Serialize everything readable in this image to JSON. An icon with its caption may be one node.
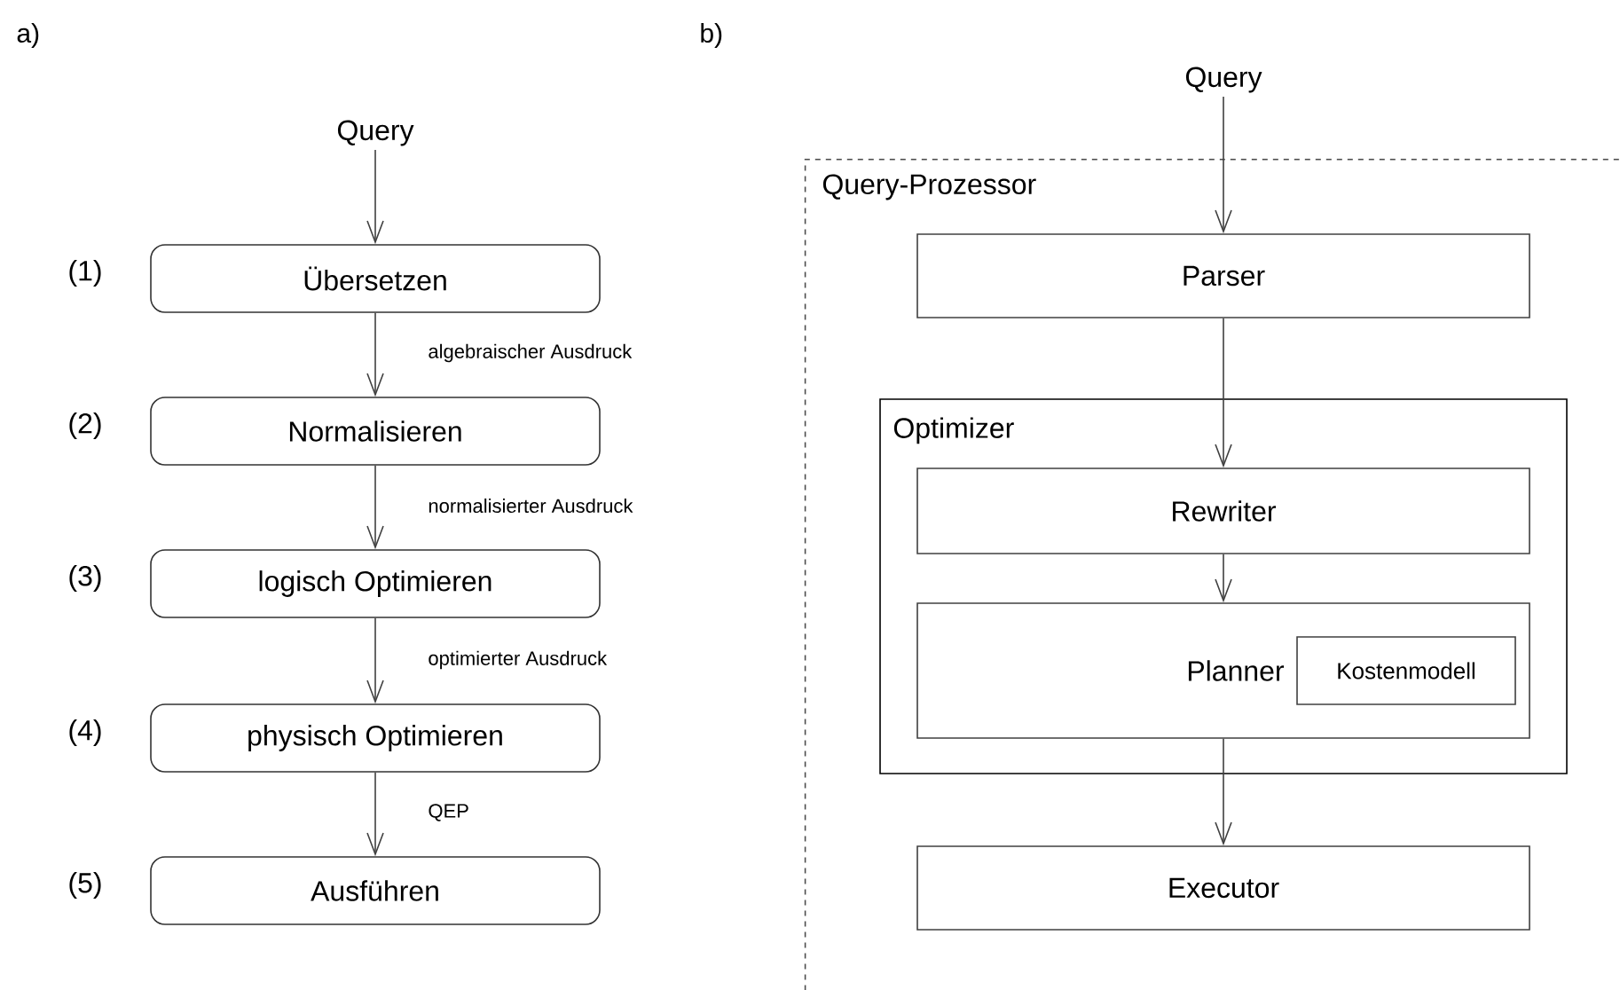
{
  "diagram": {
    "nodes": [
      {
        "text": [
          "Query"
        ]
      },
      {
        "text": [
          "Übersetzen"
        ],
        "beside": [
          "(1)"
        ]
      },
      {
        "text": [
          "Normalisieren"
        ],
        "beside": [
          "(2)"
        ]
      },
      {
        "text": [
          "logisch Optimieren"
        ],
        "beside": [
          "(3)"
        ]
      },
      {
        "text": [
          "physisch Optimieren"
        ],
        "beside": [
          "(4)"
        ]
      },
      {
        "text": [
          "Ausführen"
        ],
        "beside": [
          "(5)"
        ]
      },
      {
        "text": [
          "Query"
        ]
      },
      {
        "text": [
          "Query-Prozessor"
        ]
      },
      {
        "text": [
          "Parser"
        ],
        "in": 7
      },
      {
        "text": [
          "Optimizer"
        ],
        "in": 7
      },
      {
        "text": [
          "Rewriter"
        ],
        "in": 9
      },
      {
        "text": [
          "Planner"
        ],
        "in": 9
      },
      {
        "text": [
          "Kostenmodell"
        ],
        "in": 11
      },
      {
        "text": [
          "Executor"
        ],
        "in": 7
      }
    ],
    "edges": [
      {
        "from": 0,
        "to": 1,
        "arrow": "to"
      },
      {
        "from": 1,
        "to": 2,
        "arrow": "to",
        "label": "algebraischer Ausdruck"
      },
      {
        "from": 2,
        "to": 3,
        "arrow": "to",
        "label": "normalisierter Ausdruck"
      },
      {
        "from": 3,
        "to": 4,
        "arrow": "to",
        "label": "optimierter Ausdruck"
      },
      {
        "from": 4,
        "to": 5,
        "arrow": "to",
        "label": "QEP"
      },
      {
        "from": 6,
        "to": 8,
        "arrow": "to"
      },
      {
        "from": 8,
        "to": 10,
        "arrow": "to"
      },
      {
        "from": 10,
        "to": 11,
        "arrow": "to"
      },
      {
        "from": 11,
        "to": 13,
        "arrow": "to"
      }
    ],
    "labels": [
      "a)",
      "b)"
    ]
  }
}
